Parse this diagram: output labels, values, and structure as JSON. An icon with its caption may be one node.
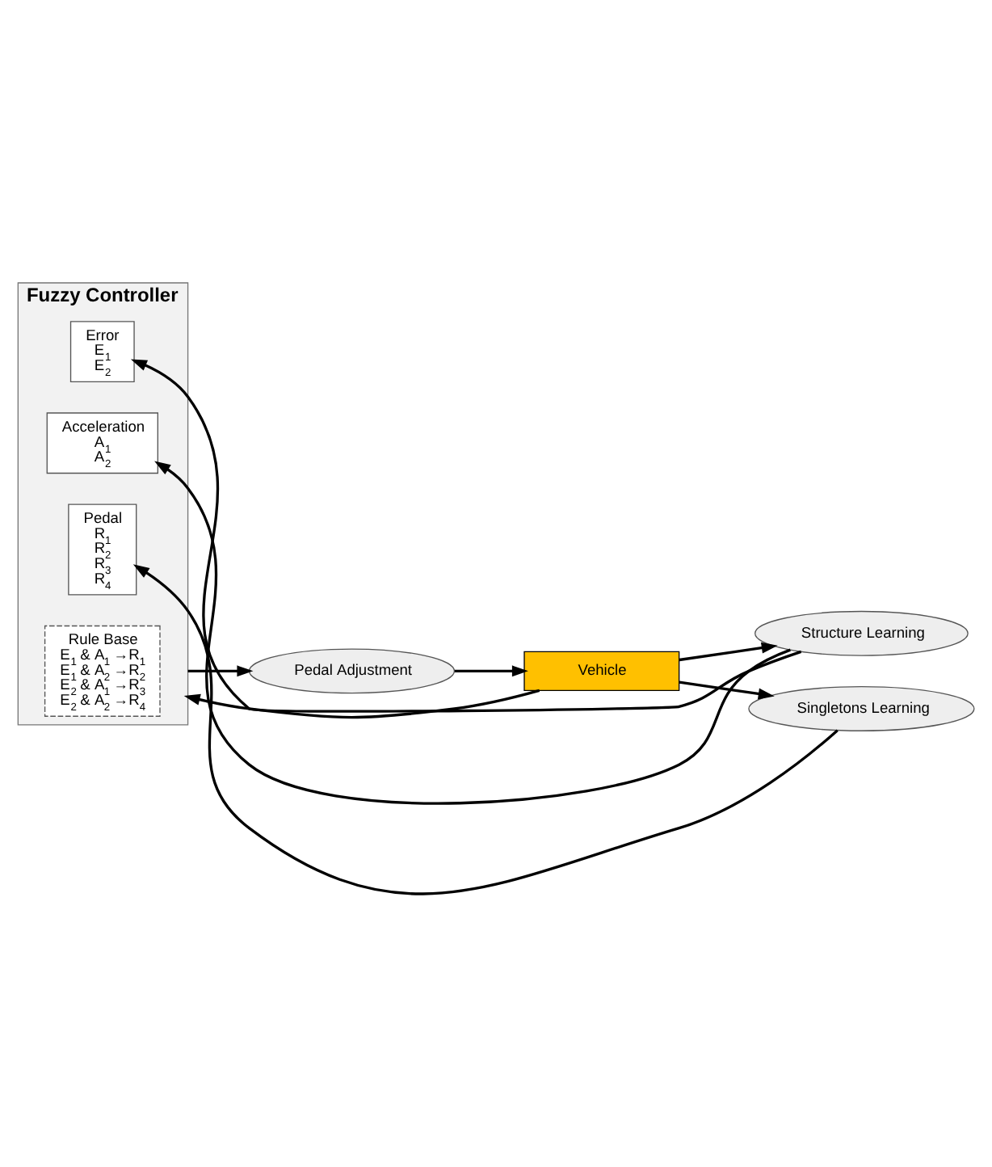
{
  "diagram": {
    "nodes": [
      {
        "text": [
          "Fuzzy Controller"
        ]
      },
      {
        "text": [
          "Error",
          "E$_{1}$",
          "E$_{2}$"
        ],
        "in": 0
      },
      {
        "text": [
          "Acceleration",
          "A$_{1}$",
          "A$_{2}$"
        ],
        "in": 0
      },
      {
        "text": [
          "Pedal",
          "R$_{1}$",
          "R$_{2}$",
          "R$_{3}$",
          "R$_{4}$"
        ],
        "in": 0
      },
      {
        "text": [
          "Rule Base",
          "E$_{1}$ & A$_{1}$ →R$_{1}$",
          "E$_{1}$ & A$_{2}$ →R$_{2}$",
          "E$_{2}$ & A$_{1}$ →R$_{3}$",
          "E$_{2}$ & A$_{2}$ →R$_{4}$"
        ],
        "in": 0
      },
      {
        "text": [
          "Structure Learning"
        ]
      },
      {
        "text": [
          "Singletons Learning"
        ]
      },
      {
        "text": [
          "Vehicle"
        ]
      },
      {
        "text": [
          "Pedal Adjustment"
        ]
      }
    ],
    "edges": [
      {
        "from": 5,
        "to": 1,
        "arrow": "to"
      },
      {
        "from": 5,
        "to": 2,
        "arrow": "to"
      },
      {
        "from": 6,
        "to": 3,
        "arrow": "to"
      },
      {
        "from": 7,
        "to": 0,
        "arrow": "to"
      },
      {
        "from": 7,
        "to": 5,
        "arrow": "to"
      },
      {
        "from": 7,
        "to": 6,
        "arrow": "to"
      },
      {
        "from": 8,
        "to": 7,
        "arrow": "to"
      },
      {
        "from": 0,
        "to": 8,
        "arrow": "to"
      }
    ]
  }
}
